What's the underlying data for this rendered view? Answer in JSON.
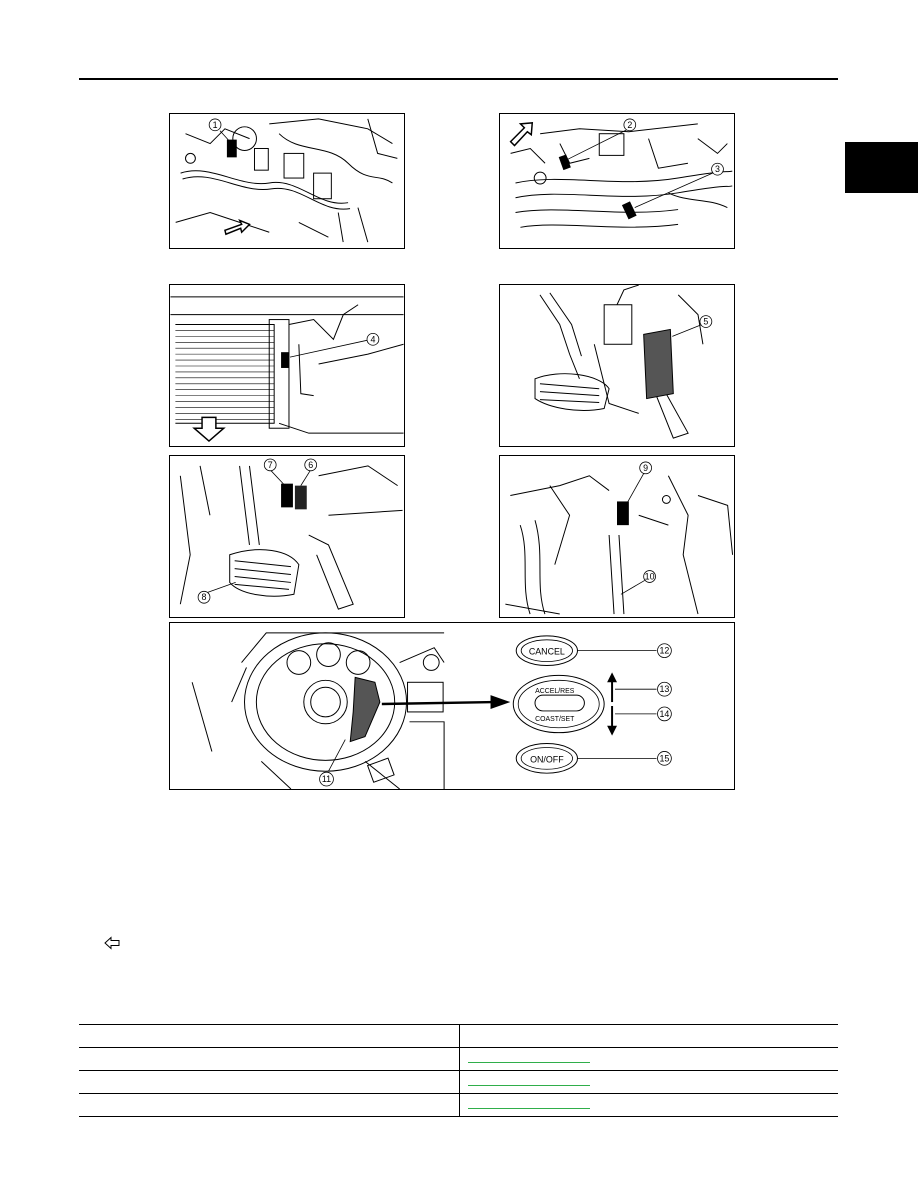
{
  "panels": {
    "engine_left": {
      "callouts": [
        "1"
      ]
    },
    "engine_right": {
      "callouts": [
        "2",
        "3"
      ]
    },
    "radiator": {
      "callouts": [
        "4"
      ]
    },
    "accel_pedal": {
      "callouts": [
        "5"
      ]
    },
    "brake_pedal": {
      "callouts": [
        "7",
        "6",
        "8"
      ]
    },
    "clutch_pedal": {
      "callouts": [
        "9",
        "10"
      ]
    },
    "steering": {
      "callouts": [
        "11",
        "12",
        "13",
        "14",
        "15"
      ],
      "switches": {
        "cancel": "CANCEL",
        "accel_res": "ACCEL/RES",
        "coast_set": "COAST/SET",
        "on_off": "ON/OFF"
      }
    }
  },
  "icons": {
    "back": "back-arrow-icon"
  },
  "colors": {
    "link": "#2fae4a",
    "tab": "#000000"
  },
  "table": {
    "rows": 4,
    "link_rows": 3
  }
}
